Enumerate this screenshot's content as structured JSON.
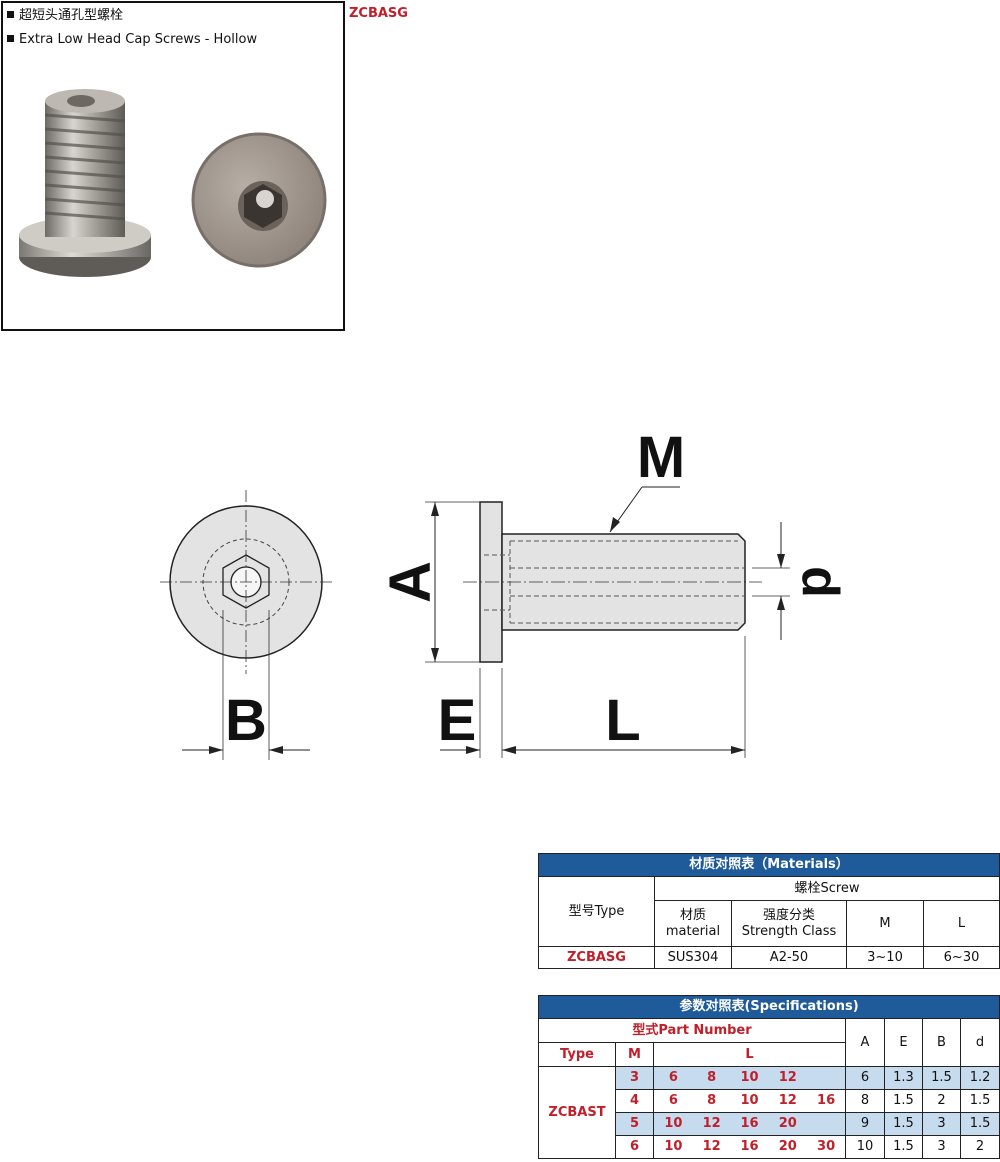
{
  "header": {
    "bullets": [
      "超短头通孔型螺栓",
      "Extra Low Head Cap Screws - Hollow"
    ],
    "brand": "ZCBASG"
  },
  "drawing": {
    "labels": {
      "M": "M",
      "A": "A",
      "d": "d",
      "B": "B",
      "E": "E",
      "L": "L"
    }
  },
  "materials": {
    "title": "材质对照表（Materials）",
    "type_header": "型号Type",
    "screw_header": "螺栓Screw",
    "columns": [
      "材质\nmaterial",
      "强度分类\nStrength Class",
      "M",
      "L"
    ],
    "col_material": [
      "材质",
      "material"
    ],
    "col_strength": [
      "强度分类",
      "Strength Class"
    ],
    "col_m": "M",
    "col_l": "L",
    "row": {
      "type": "ZCBASG",
      "material": "SUS304",
      "strength": "A2-50",
      "m": "3~10",
      "l": "6~30"
    }
  },
  "specs": {
    "title": "参数对照表(Specifications)",
    "part_number_header": "型式Part Number",
    "type_header": "Type",
    "m_header": "M",
    "l_header": "L",
    "dim_headers": [
      "A",
      "E",
      "B",
      "d"
    ],
    "type_value": "ZCBAST",
    "rows": [
      {
        "m": "3",
        "l": [
          "6",
          "8",
          "10",
          "12",
          ""
        ],
        "a": "6",
        "e": "1.3",
        "b": "1.5",
        "d": "1.2"
      },
      {
        "m": "4",
        "l": [
          "6",
          "8",
          "10",
          "12",
          "16"
        ],
        "a": "8",
        "e": "1.5",
        "b": "2",
        "d": "1.5"
      },
      {
        "m": "5",
        "l": [
          "10",
          "12",
          "16",
          "20",
          ""
        ],
        "a": "9",
        "e": "1.5",
        "b": "3",
        "d": "1.5"
      },
      {
        "m": "6",
        "l": [
          "10",
          "12",
          "16",
          "20",
          "30"
        ],
        "a": "10",
        "e": "1.5",
        "b": "3",
        "d": "2"
      }
    ]
  }
}
